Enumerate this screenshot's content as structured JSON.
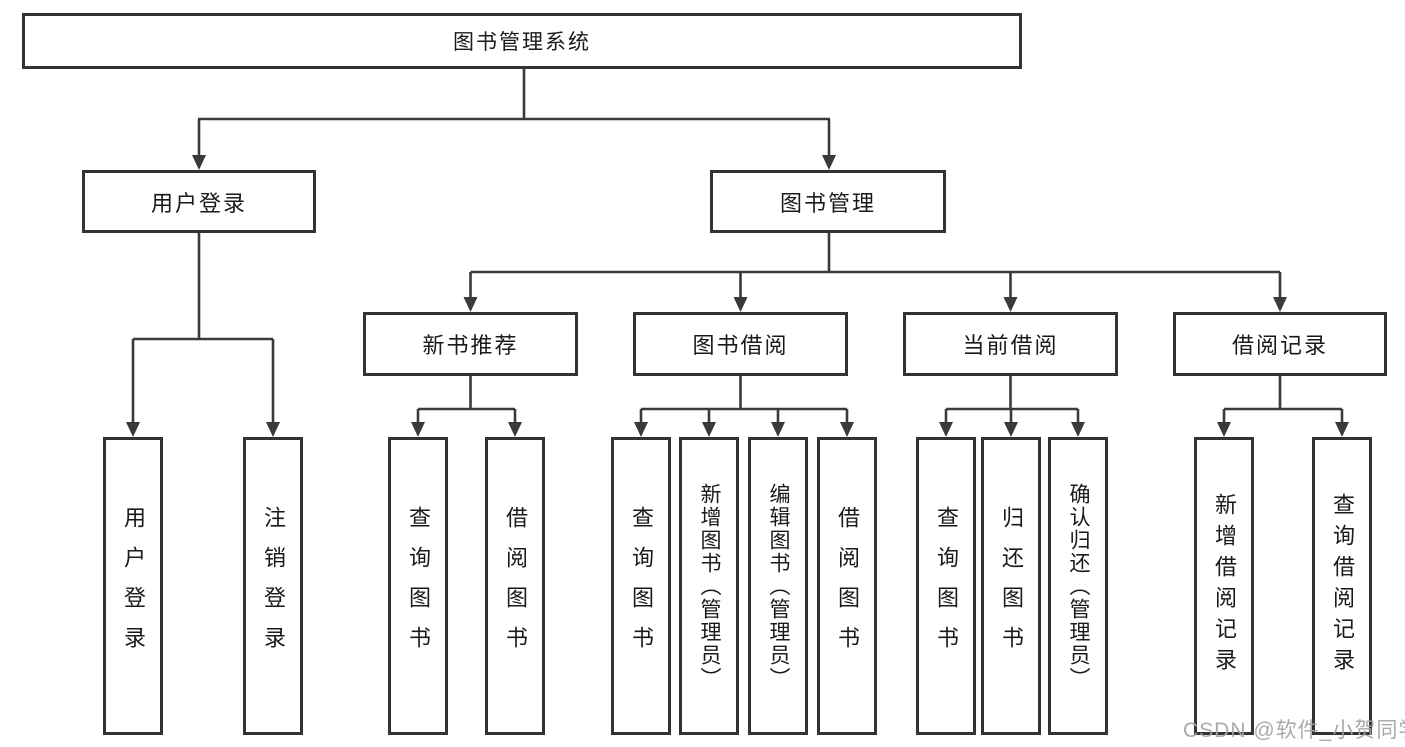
{
  "diagram": {
    "root": {
      "label": "图书管理系统"
    },
    "branches": [
      {
        "label": "用户登录",
        "leaves": [
          {
            "label": "用户登录"
          },
          {
            "label": "注销登录"
          }
        ]
      },
      {
        "label": "图书管理",
        "groups": [
          {
            "label": "新书推荐",
            "leaves": [
              {
                "label": "查询图书"
              },
              {
                "label": "借阅图书"
              }
            ]
          },
          {
            "label": "图书借阅",
            "leaves": [
              {
                "label": "查询图书"
              },
              {
                "label": "新增图书（管理员）"
              },
              {
                "label": "编辑图书（管理员）"
              },
              {
                "label": "借阅图书"
              }
            ]
          },
          {
            "label": "当前借阅",
            "leaves": [
              {
                "label": "查询图书"
              },
              {
                "label": "归还图书"
              },
              {
                "label": "确认归还（管理员）"
              }
            ]
          },
          {
            "label": "借阅记录",
            "leaves": [
              {
                "label": "新增借阅记录"
              },
              {
                "label": "查询借阅记录"
              }
            ]
          }
        ]
      }
    ]
  },
  "watermark": {
    "text": "CSDN @软件_小贺同学"
  },
  "colors": {
    "background": "#ffffff",
    "box_border": "#333333",
    "line": "#3a3a3a",
    "text": "#1a1a1a",
    "watermark": "#a5a5a5"
  }
}
